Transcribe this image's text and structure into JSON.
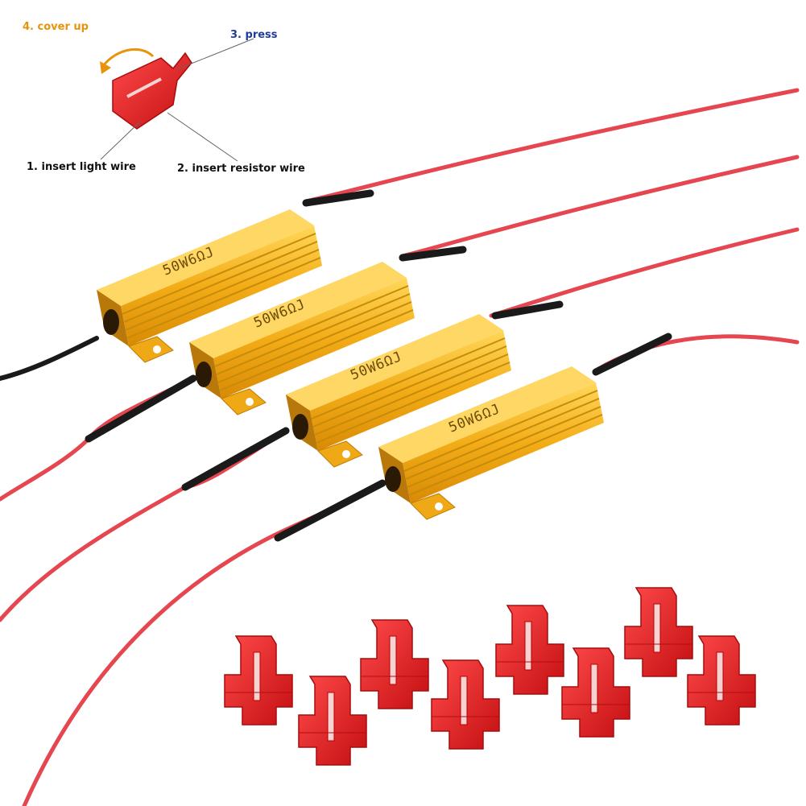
{
  "steps": {
    "cover_up": "4. cover up",
    "press": "3. press",
    "insert_light_wire": "1. insert light wire",
    "insert_resistor_wire": "2. insert resistor wire"
  },
  "resistor_marking": "50W6ΩJ",
  "colors": {
    "cover_up": "#e8930c",
    "press": "#1f3c9a",
    "insert_text": "#111111",
    "resistor_gold": "#f2b01a",
    "wire_red": "#e5464f",
    "heat_shrink": "#1a1a1a",
    "connector_red": "#e21b1b"
  }
}
